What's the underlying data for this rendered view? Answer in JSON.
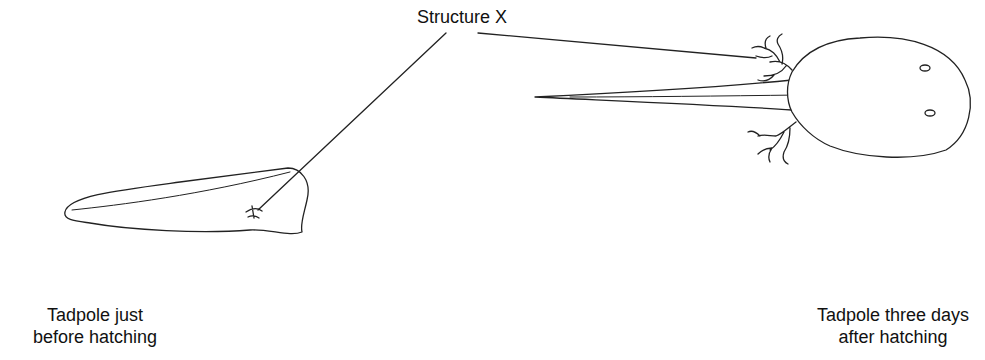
{
  "diagram": {
    "labels": [
      "Structure X",
      "Tadpole just before hatching",
      "Tadpole three days after hatching"
    ]
  }
}
